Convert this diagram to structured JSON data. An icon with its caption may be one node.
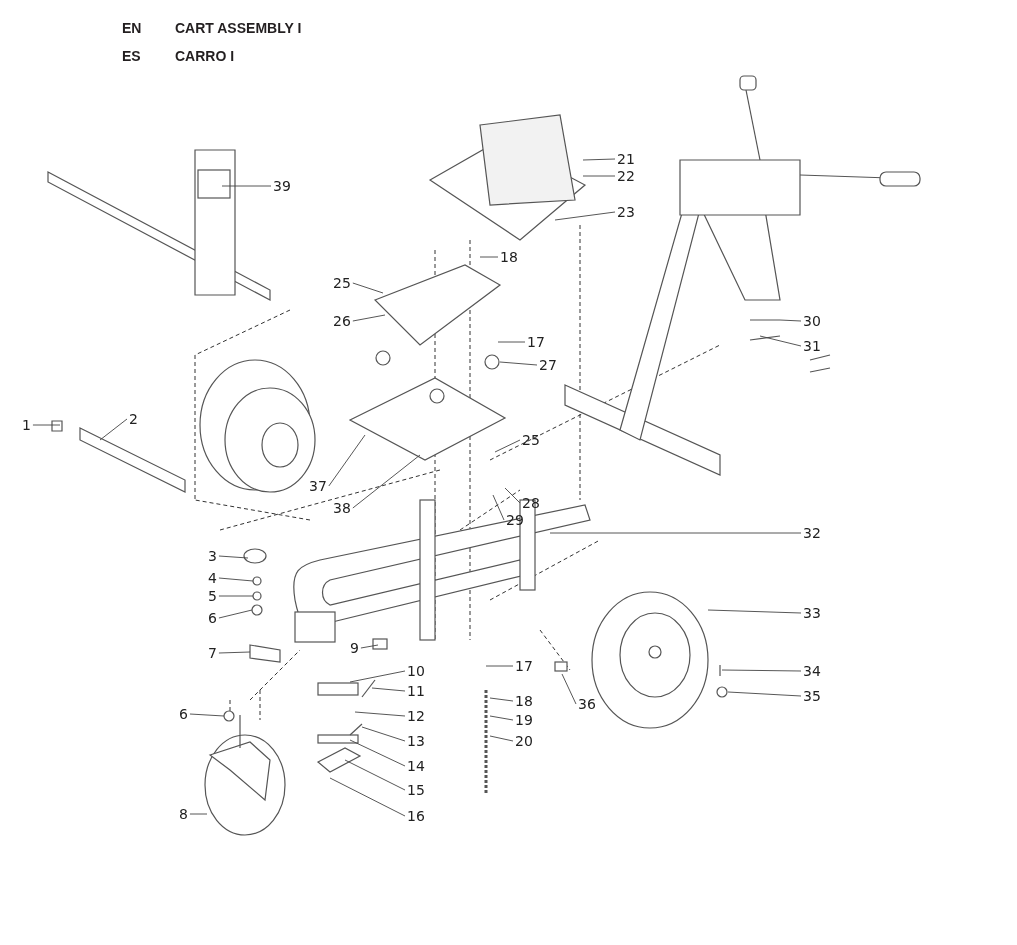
{
  "diagram": {
    "nodes": [
      {
        "text": [
          "1"
        ]
      },
      {
        "text": [
          "2"
        ]
      },
      {
        "text": [
          "3"
        ]
      },
      {
        "text": [
          "4"
        ]
      },
      {
        "text": [
          "5"
        ]
      },
      {
        "text": [
          "6"
        ]
      },
      {
        "text": [
          "6"
        ]
      },
      {
        "text": [
          "7"
        ]
      },
      {
        "text": [
          "8"
        ]
      },
      {
        "text": [
          "9"
        ]
      },
      {
        "text": [
          "10"
        ]
      },
      {
        "text": [
          "11"
        ]
      },
      {
        "text": [
          "12"
        ]
      },
      {
        "text": [
          "13"
        ]
      },
      {
        "text": [
          "14"
        ]
      },
      {
        "text": [
          "15"
        ]
      },
      {
        "text": [
          "16"
        ]
      },
      {
        "text": [
          "17"
        ]
      },
      {
        "text": [
          "17"
        ]
      },
      {
        "text": [
          "18"
        ]
      },
      {
        "text": [
          "18"
        ]
      },
      {
        "text": [
          "19"
        ]
      },
      {
        "text": [
          "20"
        ]
      },
      {
        "text": [
          "21"
        ]
      },
      {
        "text": [
          "22"
        ]
      },
      {
        "text": [
          "23"
        ]
      },
      {
        "text": [
          "25"
        ]
      },
      {
        "text": [
          "25"
        ]
      },
      {
        "text": [
          "26"
        ]
      },
      {
        "text": [
          "27"
        ]
      },
      {
        "text": [
          "28"
        ]
      },
      {
        "text": [
          "29"
        ]
      },
      {
        "text": [
          "30"
        ]
      },
      {
        "text": [
          "31"
        ]
      },
      {
        "text": [
          "32"
        ]
      },
      {
        "text": [
          "33"
        ]
      },
      {
        "text": [
          "34"
        ]
      },
      {
        "text": [
          "35"
        ]
      },
      {
        "text": [
          "36"
        ]
      },
      {
        "text": [
          "37"
        ]
      },
      {
        "text": [
          "38"
        ]
      },
      {
        "text": [
          "39"
        ]
      }
    ],
    "edges": [
      {
        "from": 0,
        "to": null,
        "arrow": "none"
      },
      {
        "from": 1,
        "to": null,
        "arrow": "none"
      },
      {
        "from": 2,
        "to": null,
        "arrow": "none"
      },
      {
        "from": 3,
        "to": null,
        "arrow": "none"
      },
      {
        "from": 4,
        "to": null,
        "arrow": "none"
      },
      {
        "from": 5,
        "to": null,
        "arrow": "none"
      },
      {
        "from": 6,
        "to": null,
        "arrow": "none"
      },
      {
        "from": 7,
        "to": null,
        "arrow": "none"
      },
      {
        "from": 8,
        "to": null,
        "arrow": "none"
      },
      {
        "from": 9,
        "to": null,
        "arrow": "none"
      },
      {
        "from": 10,
        "to": null,
        "arrow": "none"
      },
      {
        "from": 11,
        "to": null,
        "arrow": "none"
      },
      {
        "from": 12,
        "to": null,
        "arrow": "none"
      },
      {
        "from": 13,
        "to": null,
        "arrow": "none"
      },
      {
        "from": 14,
        "to": null,
        "arrow": "none"
      },
      {
        "from": 15,
        "to": null,
        "arrow": "none"
      },
      {
        "from": 16,
        "to": null,
        "arrow": "none"
      },
      {
        "from": 17,
        "to": null,
        "arrow": "none"
      },
      {
        "from": 18,
        "to": null,
        "arrow": "none"
      },
      {
        "from": 19,
        "to": null,
        "arrow": "none"
      },
      {
        "from": 20,
        "to": null,
        "arrow": "none"
      },
      {
        "from": 21,
        "to": null,
        "arrow": "none"
      },
      {
        "from": 22,
        "to": null,
        "arrow": "none"
      },
      {
        "from": 23,
        "to": null,
        "arrow": "none"
      },
      {
        "from": 24,
        "to": null,
        "arrow": "none"
      },
      {
        "from": 25,
        "to": null,
        "arrow": "none"
      },
      {
        "from": 26,
        "to": null,
        "arrow": "none"
      },
      {
        "from": 27,
        "to": null,
        "arrow": "none"
      },
      {
        "from": 28,
        "to": null,
        "arrow": "none"
      },
      {
        "from": 29,
        "to": null,
        "arrow": "none"
      },
      {
        "from": 30,
        "to": null,
        "arrow": "none"
      },
      {
        "from": 31,
        "to": null,
        "arrow": "none"
      },
      {
        "from": 32,
        "to": null,
        "arrow": "none"
      },
      {
        "from": 33,
        "to": null,
        "arrow": "none"
      },
      {
        "from": 34,
        "to": null,
        "arrow": "none"
      },
      {
        "from": 35,
        "to": null,
        "arrow": "none"
      },
      {
        "from": 36,
        "to": null,
        "arrow": "none"
      },
      {
        "from": 37,
        "to": null,
        "arrow": "none"
      },
      {
        "from": 38,
        "to": null,
        "arrow": "none"
      },
      {
        "from": 39,
        "to": null,
        "arrow": "none"
      },
      {
        "from": 40,
        "to": null,
        "arrow": "none"
      },
      {
        "from": 41,
        "to": null,
        "arrow": "none"
      }
    ],
    "labels": [
      "EN",
      "CART ASSEMBLY I",
      "ES",
      "CARRO I"
    ]
  }
}
